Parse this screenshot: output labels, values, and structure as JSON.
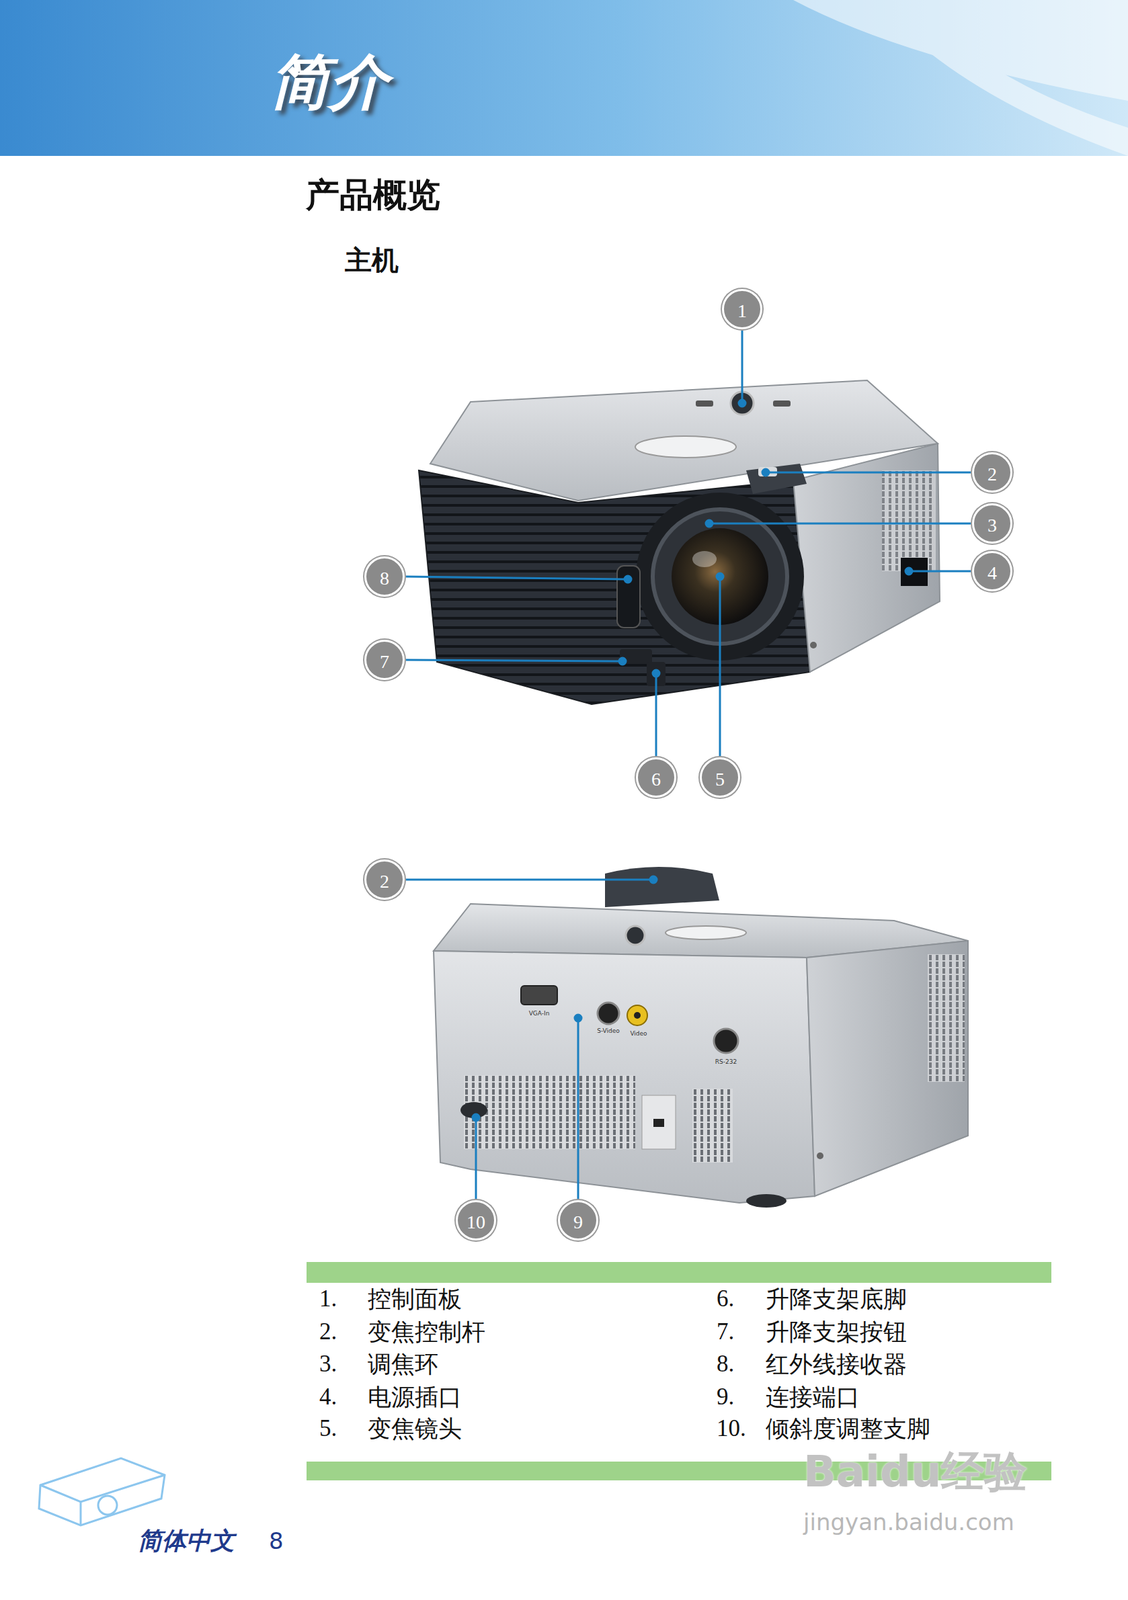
{
  "diagram": {
    "title": "产品概览",
    "labels": [
      "简介",
      "主机",
      "1",
      "2",
      "3",
      "4",
      "8",
      "7",
      "6",
      "5",
      "2",
      "10",
      "9",
      "VGA-In",
      "S-Video",
      "Video",
      "RS-232",
      "1.",
      "控制面板",
      "6.",
      "升降支架底脚",
      "2.",
      "变焦控制杆",
      "7.",
      "升降支架按钮",
      "3.",
      "调焦环",
      "8.",
      "红外线接收器",
      "4.",
      "电源插口",
      "9.",
      "连接端口",
      "5.",
      "变焦镜头",
      "10.",
      "倾斜度调整支脚",
      "简体中文",
      "8",
      "Baidu经验",
      "jingyan.baidu.com"
    ]
  }
}
